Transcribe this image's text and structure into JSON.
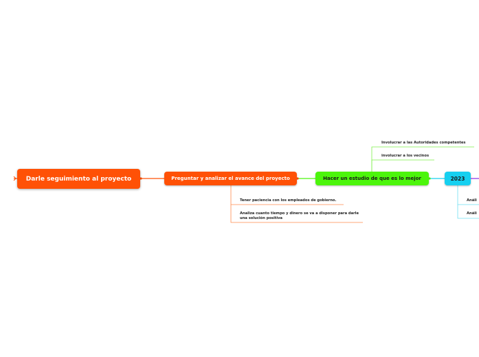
{
  "root": {
    "label": "Darle seguimiento al proyecto"
  },
  "level1": {
    "label": "Preguntar y analizar el avance del proyecto"
  },
  "level2": {
    "label": "Hacer un estudio de que es lo mejor"
  },
  "level3": {
    "label": "2023"
  },
  "level1_children": [
    {
      "label": "Tener paciencia con los empleados de gobierno."
    },
    {
      "label": "Analiza cuanto tiempo  y dinero  se va a disponer  para darle una solución positiva"
    }
  ],
  "level2_children": [
    {
      "label": "Involucrar  a las Autoridades competentes"
    },
    {
      "label": "involucrar a los vecinos"
    }
  ],
  "level3_children": [
    {
      "label": "Análi"
    },
    {
      "label": "Análi"
    }
  ],
  "colors": {
    "root": "#ff5106",
    "level1": "#ff5106",
    "level2": "#4cf50c",
    "level3": "#16d0f0",
    "offscreen_branch": "#8a2be2"
  }
}
